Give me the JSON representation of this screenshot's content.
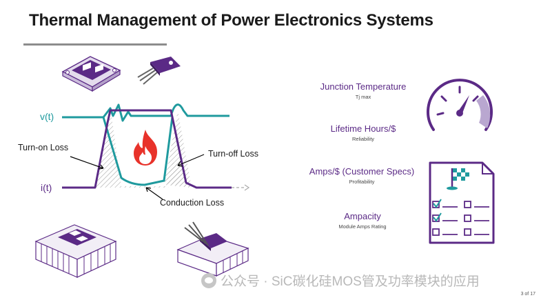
{
  "slide": {
    "title": "Thermal Management of Power Electronics Systems",
    "page_number": "3 of 17"
  },
  "waveform": {
    "v_label": "v(t)",
    "i_label": "i(t)",
    "turn_on_label": "Turn-on Loss",
    "turn_off_label": "Turn-off Loss",
    "conduction_label": "Conduction Loss",
    "colors": {
      "voltage": "#1f9a9e",
      "current": "#5b2a86",
      "flame": "#e8322a"
    }
  },
  "metrics": [
    {
      "main": "Junction Temperature",
      "sub": "Tj max"
    },
    {
      "main": "Lifetime Hours/$",
      "sub": "Reliability"
    },
    {
      "main": "Amps/$ (Customer Specs)",
      "sub": "Profitability"
    },
    {
      "main": "Ampacity",
      "sub": "Module Amps Rating"
    }
  ],
  "icons": [
    "power-module-icon",
    "to247-transistor-icon",
    "speedometer-gauge-icon",
    "checklist-flag-icon",
    "module-on-heatsink-icon",
    "transistor-on-heatsink-icon",
    "flame-icon"
  ],
  "watermark": {
    "text": "公众号 · SiC碳化硅MOS管及功率模块的应用"
  }
}
